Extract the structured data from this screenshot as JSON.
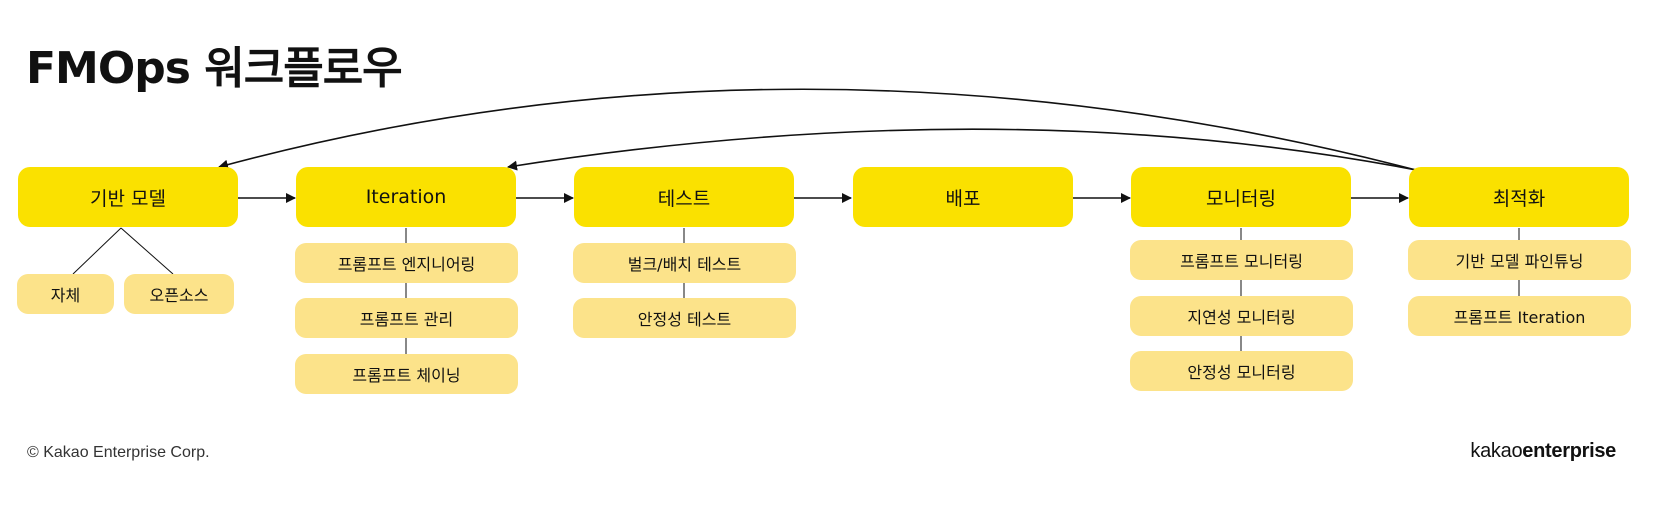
{
  "title": "FMOps 워크플로우",
  "stages": [
    {
      "label": "기반 모델",
      "subitems": [
        "자체",
        "오픈소스"
      ]
    },
    {
      "label": "Iteration",
      "subitems": [
        "프롬프트 엔지니어링",
        "프롬프트 관리",
        "프롬프트 체이닝"
      ]
    },
    {
      "label": "테스트",
      "subitems": [
        "벌크/배치 테스트",
        "안정성 테스트"
      ]
    },
    {
      "label": "배포",
      "subitems": []
    },
    {
      "label": "모니터링",
      "subitems": [
        "프롬프트 모니터링",
        "지연성 모니터링",
        "안정성 모니터링"
      ]
    },
    {
      "label": "최적화",
      "subitems": [
        "기반 모델 파인튜닝",
        "프롬프트 Iteration"
      ]
    }
  ],
  "footer": {
    "copyright": "© Kakao Enterprise Corp.",
    "brand_light": "kakao",
    "brand_bold": "enterprise"
  },
  "colors": {
    "stage_fill": "#FAE100",
    "subitem_fill": "#FCE38A",
    "line": "#111111"
  }
}
